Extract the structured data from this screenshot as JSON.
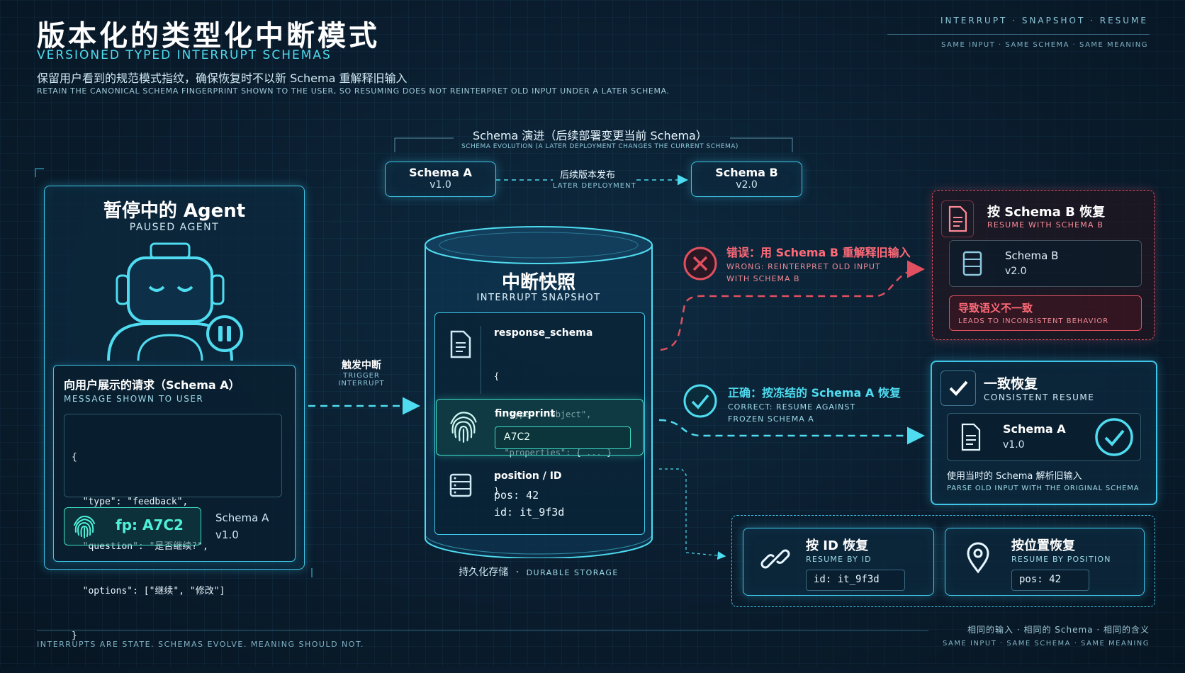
{
  "header": {
    "title_cn": "版本化的类型化中断模式",
    "title_en": "VERSIONED TYPED INTERRUPT SCHEMAS",
    "subtitle_cn": "保留用户看到的规范模式指纹，确保恢复时不以新 Schema 重解释旧输入",
    "subtitle_en": "RETAIN THE CANONICAL SCHEMA FINGERPRINT SHOWN TO THE USER, SO RESUMING DOES NOT REINTERPRET OLD INPUT UNDER A LATER SCHEMA.",
    "top_right_main": "INTERRUPT · SNAPSHOT · RESUME",
    "top_right_sub": "SAME INPUT · SAME SCHEMA · SAME MEANING"
  },
  "evolution": {
    "title_cn": "Schema 演进（后续部署变更当前 Schema）",
    "title_en": "SCHEMA EVOLUTION (A LATER DEPLOYMENT CHANGES THE CURRENT SCHEMA)",
    "schema_a_name": "Schema A",
    "schema_a_version": "v1.0",
    "arrow_cn": "后续版本发布",
    "arrow_en": "LATER DEPLOYMENT",
    "schema_b_name": "Schema B",
    "schema_b_version": "v2.0"
  },
  "agent": {
    "title_cn": "暂停中的 Agent",
    "title_en": "PAUSED AGENT",
    "msg_title_cn": "向用户展示的请求（Schema A）",
    "msg_title_en": "MESSAGE SHOWN TO USER",
    "code": [
      "{",
      "  \"type\": \"feedback\",",
      "  \"question\": \"是否继续?\",",
      "  \"options\": [\"继续\", \"修改\"]",
      "}"
    ],
    "fp_label": "fp: A7C2",
    "schema_name": "Schema A",
    "schema_version": "v1.0"
  },
  "trigger": {
    "cn": "触发中断",
    "en1": "TRIGGER",
    "en2": "INTERRUPT"
  },
  "snapshot": {
    "title_cn": "中断快照",
    "title_en": "INTERRUPT SNAPSHOT",
    "schema_label": "response_schema",
    "schema_code": [
      "{",
      "  \"type\": \"object\",",
      "  \"properties\": { ... }",
      "}"
    ],
    "fp_label": "fingerprint",
    "fp_value": "A7C2",
    "pos_label": "position / ID",
    "pos_value": "pos: 42",
    "id_value": "id: it_9f3d",
    "storage_cn": "持久化存储",
    "storage_en": "DURABLE STORAGE"
  },
  "wrong": {
    "title_cn": "错误：用 Schema B 重解释旧输入",
    "line1": "WRONG: REINTERPRET OLD INPUT",
    "line2": "WITH SCHEMA B",
    "panel_title_cn": "按 Schema B 恢复",
    "panel_title_en": "RESUME WITH SCHEMA B",
    "schema_name": "Schema B",
    "schema_version": "v2.0",
    "result_cn": "导致语义不一致",
    "result_en": "LEADS TO INCONSISTENT BEHAVIOR"
  },
  "correct": {
    "title_cn": "正确：按冻结的 Schema A 恢复",
    "line1": "CORRECT: RESUME AGAINST",
    "line2": "FROZEN SCHEMA A",
    "panel_title_cn": "一致恢复",
    "panel_title_en": "CONSISTENT RESUME",
    "schema_name": "Schema A",
    "schema_version": "v1.0",
    "note_cn": "使用当时的 Schema 解析旧输入",
    "note_en": "PARSE OLD INPUT WITH THE ORIGINAL SCHEMA"
  },
  "resume_id": {
    "title_cn": "按 ID 恢复",
    "title_en": "RESUME BY ID",
    "value": "id: it_9f3d"
  },
  "resume_pos": {
    "title_cn": "按位置恢复",
    "title_en": "RESUME BY POSITION",
    "value": "pos: 42"
  },
  "footer": {
    "left": "INTERRUPTS ARE STATE. SCHEMAS EVOLVE. MEANING SHOULD NOT.",
    "right_cn": "相同的输入 · 相同的 Schema · 相同的含义",
    "right_en": "SAME INPUT · SAME SCHEMA · SAME MEANING"
  },
  "colors": {
    "accent": "#4fdcf0",
    "error": "#e05060",
    "bg": "#0a1d2e"
  }
}
